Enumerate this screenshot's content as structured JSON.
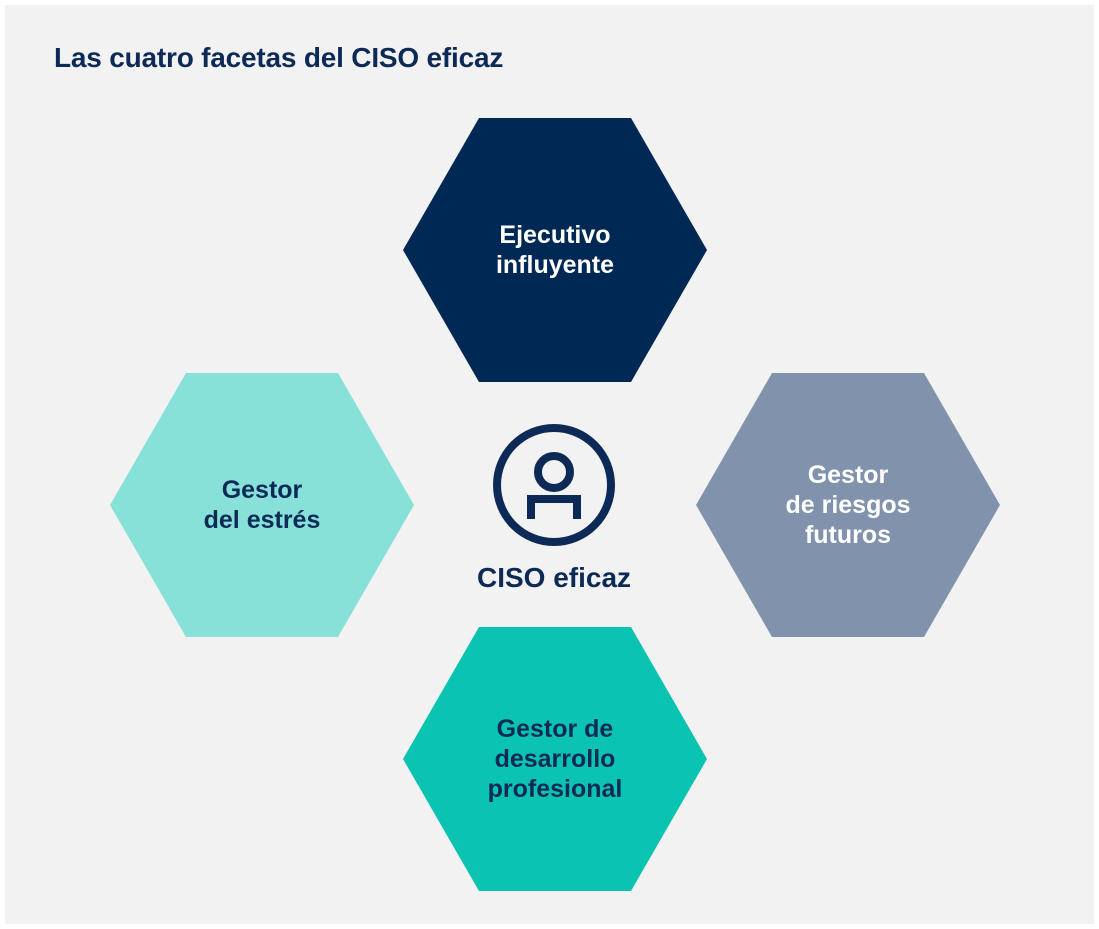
{
  "title": "Las cuatro facetas del CISO eficaz",
  "center": {
    "label": "CISO eficaz",
    "icon": "person-icon",
    "color": "#0d2a57"
  },
  "facets": [
    {
      "id": "top",
      "label": "Ejecutivo\ninfluyente",
      "fill": "#002855",
      "text_color": "#ffffff"
    },
    {
      "id": "left",
      "label": "Gestor\ndel estrés",
      "fill": "#87e1d9",
      "text_color": "#0d2a57"
    },
    {
      "id": "right",
      "label": "Gestor\nde riesgos\nfuturos",
      "fill": "#8193ac",
      "text_color": "#ffffff"
    },
    {
      "id": "bottom",
      "label": "Gestor de\ndesarrollo\nprofesional",
      "fill": "#0bc3b1",
      "text_color": "#0d2a57"
    }
  ]
}
